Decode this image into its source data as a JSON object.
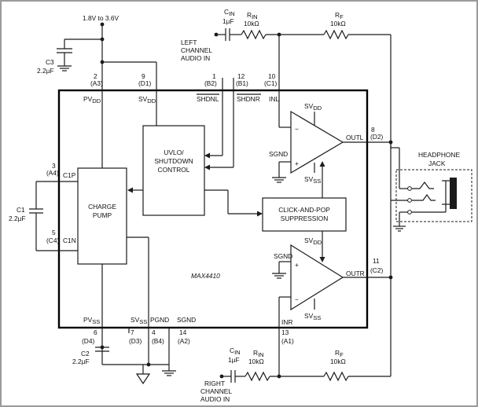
{
  "supply": {
    "range": "1.8V to 3.6V"
  },
  "chip": {
    "part_number": "MAX4410"
  },
  "pins": {
    "pvdd": {
      "num": "2",
      "ball": "(A3)"
    },
    "svdd": {
      "num": "9",
      "ball": "(D1)"
    },
    "shdnl": {
      "num": "1",
      "ball": "(B2)"
    },
    "shdnr": {
      "num": "12",
      "ball": "(B1)"
    },
    "inl": {
      "num": "10",
      "ball": "(C1)"
    },
    "outl": {
      "num": "8",
      "ball": "(D2)"
    },
    "c1p": {
      "num": "3",
      "ball": "(A4)"
    },
    "c1n": {
      "num": "5",
      "ball": "(C4)"
    },
    "outr": {
      "num": "11",
      "ball": "(C2)"
    },
    "pvss": {
      "num": "6",
      "ball": "(D4)"
    },
    "svss": {
      "num": "7",
      "ball": "(D3)"
    },
    "pgnd": {
      "num": "4",
      "ball": "(B4)"
    },
    "sgnd": {
      "num": "14",
      "ball": "(A2)"
    },
    "inr": {
      "num": "13",
      "ball": "(A1)"
    }
  },
  "labels": {
    "pvdd": "PV",
    "pvdd_sub": "DD",
    "svdd": "SV",
    "svdd_sub": "DD",
    "shdnl": "SHDNL",
    "shdnr": "SHDNR",
    "inl": "INL",
    "inr": "INR",
    "outl": "OUTL",
    "outr": "OUTR",
    "c1p": "C1P",
    "c1n": "C1N",
    "pvss": "PV",
    "pvss_sub": "SS",
    "svss": "SV",
    "svss_sub": "SS",
    "pgnd": "PGND",
    "sgnd": "SGND",
    "sgnd_amp": "SGND",
    "amp_svdd": "SV",
    "amp_svdd_sub": "DD",
    "amp_svss": "SV",
    "amp_svss_sub": "SS",
    "plus": "+",
    "minus": "−"
  },
  "blocks": {
    "charge_pump": [
      "CHARGE",
      "PUMP"
    ],
    "uvlo": [
      "UVLO/",
      "SHUTDOWN",
      "CONTROL"
    ],
    "click_pop": [
      "CLICK-AND-POP",
      "SUPPRESSION"
    ]
  },
  "components": {
    "c3": [
      "C3",
      "2.2µF"
    ],
    "c1": [
      "C1",
      "2.2µF"
    ],
    "c2": [
      "C2",
      "2.2µF"
    ],
    "cin_left": {
      "name": "C",
      "sub": "IN",
      "value": "1µF"
    },
    "rin_left": {
      "name": "R",
      "sub": "IN",
      "value": "10kΩ"
    },
    "rf_left": {
      "name": "R",
      "sub": "F",
      "value": "10kΩ"
    },
    "cin_right": {
      "name": "C",
      "sub": "IN",
      "value": "1µF"
    },
    "rin_right": {
      "name": "R",
      "sub": "IN",
      "value": "10kΩ"
    },
    "rf_right": {
      "name": "R",
      "sub": "F",
      "value": "10kΩ"
    }
  },
  "inputs": {
    "left": [
      "LEFT",
      "CHANNEL",
      "AUDIO IN"
    ],
    "right": [
      "RIGHT",
      "CHANNEL",
      "AUDIO IN"
    ]
  },
  "headphone": [
    "HEADPHONE",
    "JACK"
  ]
}
